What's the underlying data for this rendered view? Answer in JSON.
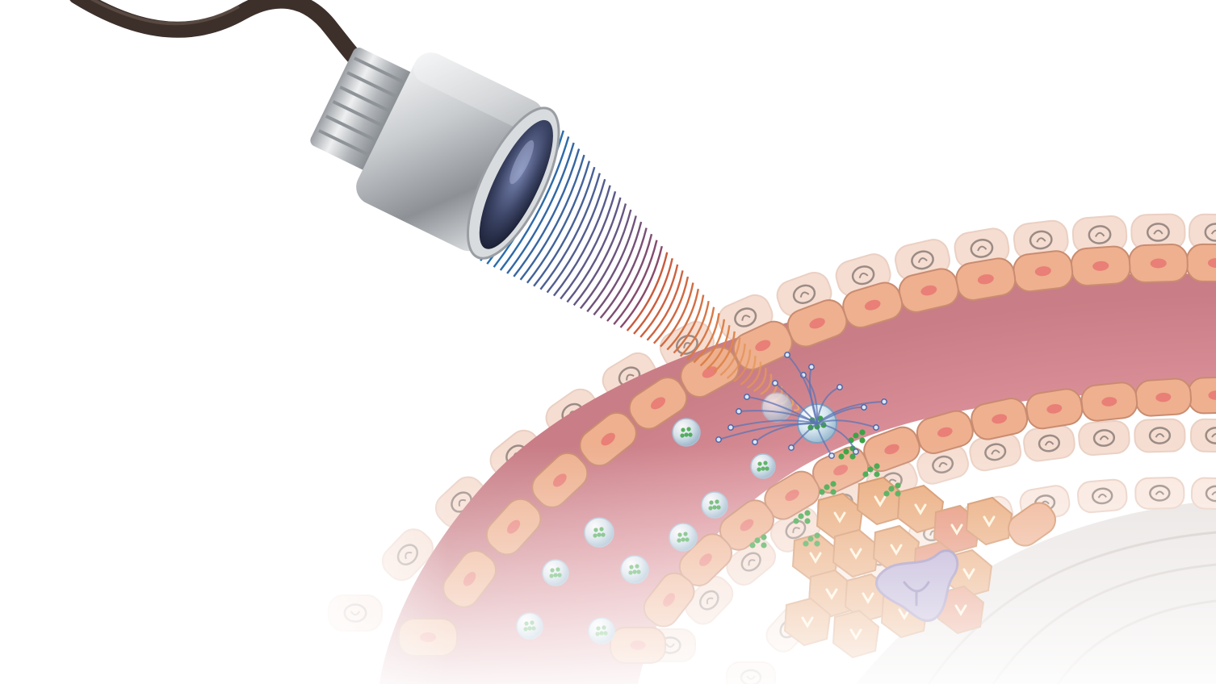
{
  "illustration": {
    "colors": {
      "background": "#ffffff",
      "cable": "#3d302b",
      "probe_metal": "#b9bcc0",
      "lens": "#3c4566",
      "beam_start": "#1f6fb3",
      "beam_end": "#f2b15b",
      "vessel_lumen": "#d9959c",
      "endothelial_cell": "#eeb08f",
      "endothelial_nucleus": "#e76f6f",
      "outer_cell": "#f6ddd1",
      "outer_cell_nucleus": "#9b8b85",
      "bubble": "#b8d3e3",
      "drug_particle": "#3ca344",
      "tissue_cell": "#e9a878",
      "immune_cell": "#a99bc7"
    },
    "components": [
      "ultrasound-probe",
      "ultrasound-beam",
      "blood-vessel",
      "microbubbles",
      "drug-particles",
      "bursting-bubble",
      "tissue-cluster",
      "immune-cell"
    ]
  }
}
